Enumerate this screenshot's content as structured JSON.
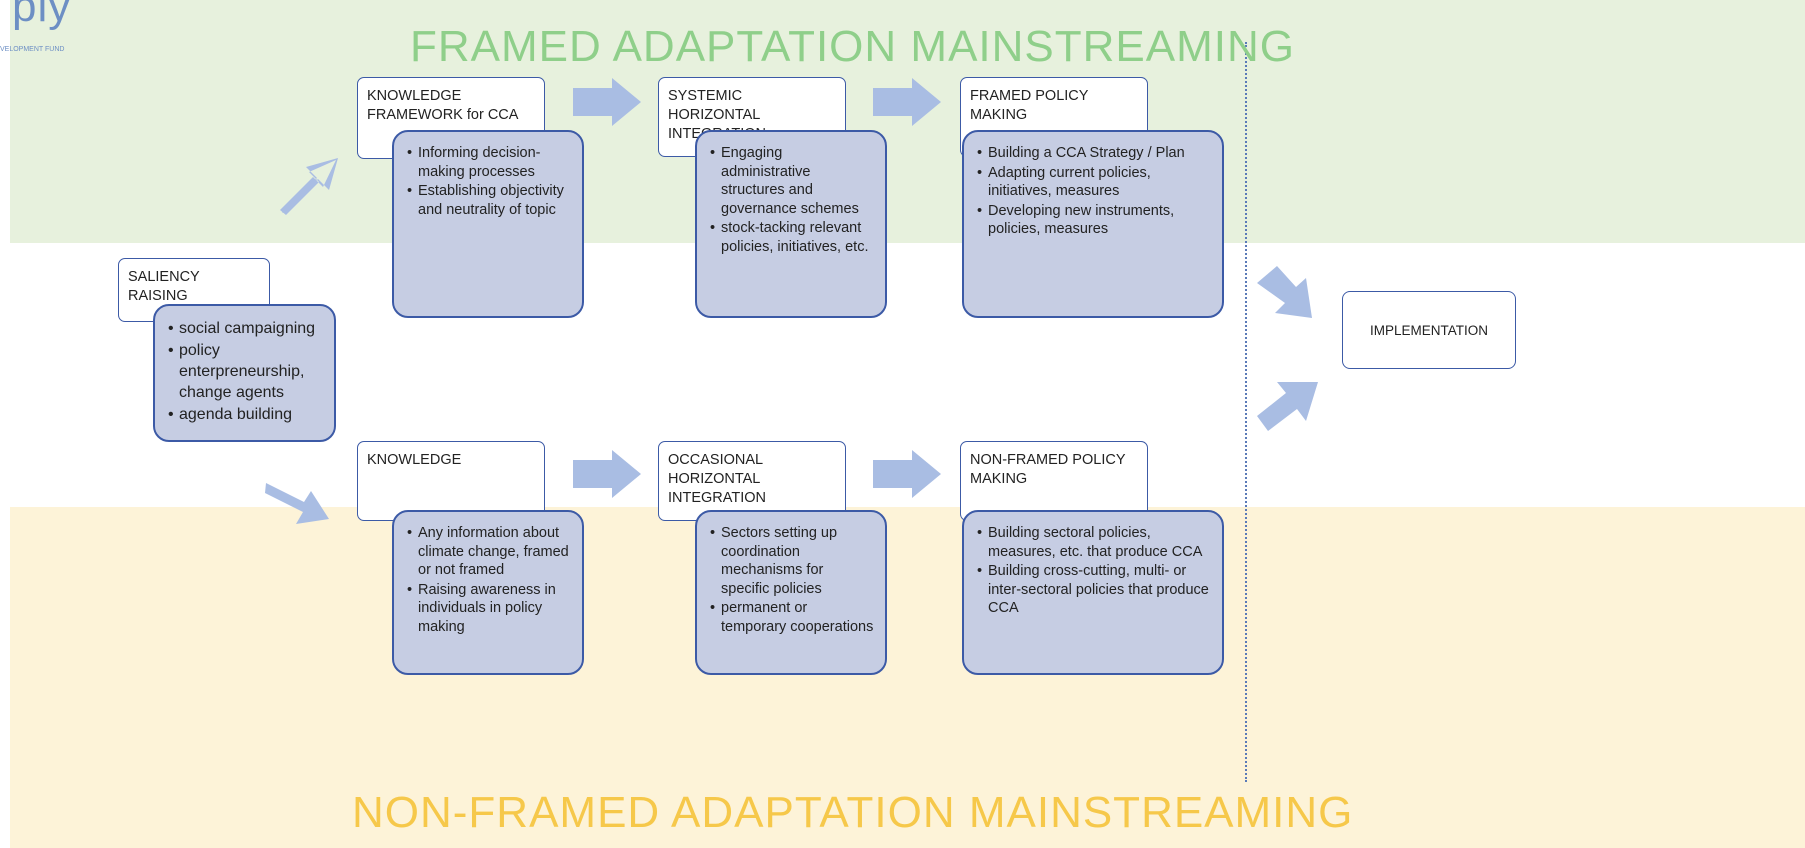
{
  "logo": {
    "text": "ply",
    "subtext": "VELOPMENT FUND"
  },
  "titles": {
    "top": "FRAMED ADAPTATION MAINSTREAMING",
    "bottom": "NON-FRAMED ADAPTATION MAINSTREAMING"
  },
  "saliency": {
    "heading": "SALIENCY RAISING",
    "items": [
      "social campaigning",
      "policy enterpreneurship, change agents",
      "agenda building"
    ]
  },
  "framed": {
    "knowledge": {
      "heading": "KNOWLEDGE FRAMEWORK for CCA",
      "items": [
        "Informing decision-making processes",
        "Establishing objectivity and neutrality of topic"
      ]
    },
    "integration": {
      "heading": "SYSTEMIC HORIZONTAL INTEGRATION",
      "items": [
        "Engaging administrative structures and governance schemes",
        "stock-tacking relevant policies, initiatives, etc."
      ]
    },
    "policy": {
      "heading": "FRAMED POLICY MAKING",
      "items": [
        "Building a CCA Strategy / Plan",
        "Adapting current policies, initiatives, measures",
        "Developing new instruments, policies, measures"
      ]
    }
  },
  "nonframed": {
    "knowledge": {
      "heading": "KNOWLEDGE",
      "items": [
        "Any information about climate change, framed or not framed",
        "Raising awareness in individuals in policy making"
      ]
    },
    "integration": {
      "heading": "OCCASIONAL HORIZONTAL INTEGRATION",
      "items": [
        "Sectors setting up coordination mechanisms for specific policies",
        "permanent or temporary cooperations"
      ]
    },
    "policy": {
      "heading": "NON-FRAMED POLICY MAKING",
      "items": [
        "Building sectoral policies, measures, etc. that produce CCA",
        "Building cross-cutting, multi- or inter-sectoral policies that produce CCA"
      ]
    }
  },
  "implementation": "IMPLEMENTATION",
  "colors": {
    "top_band": "#e7f1dd",
    "bottom_band": "#fdf3d8",
    "top_title": "#8fcf8a",
    "bottom_title": "#f6c84a",
    "box_fill": "#c6cde3",
    "box_border": "#3c5aa6",
    "arrow": "#a9bde3"
  }
}
